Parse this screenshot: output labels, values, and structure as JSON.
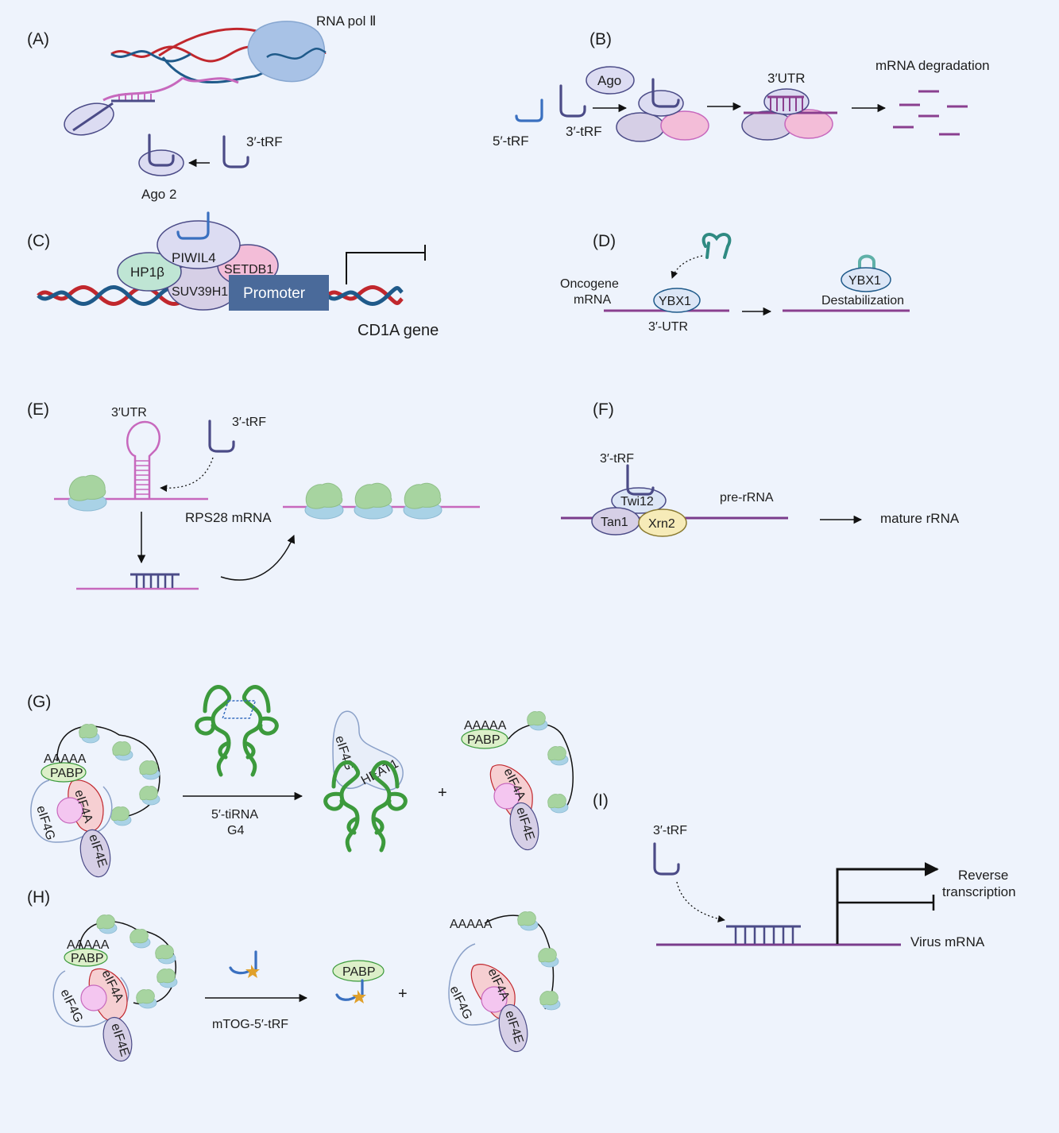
{
  "panels": {
    "A": {
      "tag": "(A)",
      "rna_pol": "RNA pol Ⅱ",
      "trf": "3′-tRF",
      "ago": "Ago 2"
    },
    "B": {
      "tag": "(B)",
      "ago": "Ago",
      "trf5": "5′-tRF",
      "trf3": "3′-tRF",
      "utr": "3′UTR",
      "degradation": "mRNA degradation"
    },
    "C": {
      "tag": "(C)",
      "hp1": "HP1β",
      "piwil4": "PIWIL4",
      "setdb1": "SETDB1",
      "suv39h1": "SUV39H1",
      "promoter": "Promoter",
      "gene": "CD1A gene"
    },
    "D": {
      "tag": "(D)",
      "oncogene_1": "Oncogene",
      "oncogene_2": "mRNA",
      "ybx1": "YBX1",
      "utr": "3′-UTR",
      "destabilization": "Destabilization"
    },
    "E": {
      "tag": "(E)",
      "utr": "3′UTR",
      "trf": "3′-tRF",
      "mrna": "RPS28 mRNA"
    },
    "F": {
      "tag": "(F)",
      "trf": "3′-tRF",
      "twi12": "Twi12",
      "tan1": "Tan1",
      "xrn2": "Xrn2",
      "pre_rrna": "pre-rRNA",
      "mature": "mature rRNA"
    },
    "G": {
      "tag": "(G)",
      "polya": "AAAAA",
      "pabp": "PABP",
      "eif4a": "eIF4A",
      "eif4g": "eIF4G",
      "eif4e": "eIF4E",
      "arrow_1": "5′-tiRNA",
      "arrow_2": "G4",
      "heat1": "HEAT1",
      "plus": "+"
    },
    "H": {
      "tag": "(H)",
      "polya": "AAAAA",
      "pabp": "PABP",
      "eif4a": "eIF4A",
      "eif4g": "eIF4G",
      "eif4e": "eIF4E",
      "arrow": "mTOG-5′-tRF",
      "plus": "+"
    },
    "I": {
      "tag": "(I)",
      "trf": "3′-tRF",
      "rt_1": "Reverse",
      "rt_2": "transcription",
      "virus": "Virus mRNA"
    }
  },
  "colors": {
    "background": "#eef3fc",
    "trf_dark": "#4b4b87",
    "trf_blue": "#3a70c0",
    "mrna_purple": "#8a3f8f",
    "rrna_purple": "#7a3c8c",
    "dna_red": "#c1272d",
    "dna_blue": "#1f5a8a",
    "pink_rna": "#c768bd",
    "ribosome_green": "#a7d4a0",
    "ribosome_blue": "#a9d2e6",
    "g4_green": "#3c9a3c",
    "promoter_box": "#4a6a9a",
    "pabp": "#dcefc9",
    "eif4a": "#f6cfd2",
    "eif4e": "#d6cfe6",
    "cap_star": "#e0a02a"
  }
}
